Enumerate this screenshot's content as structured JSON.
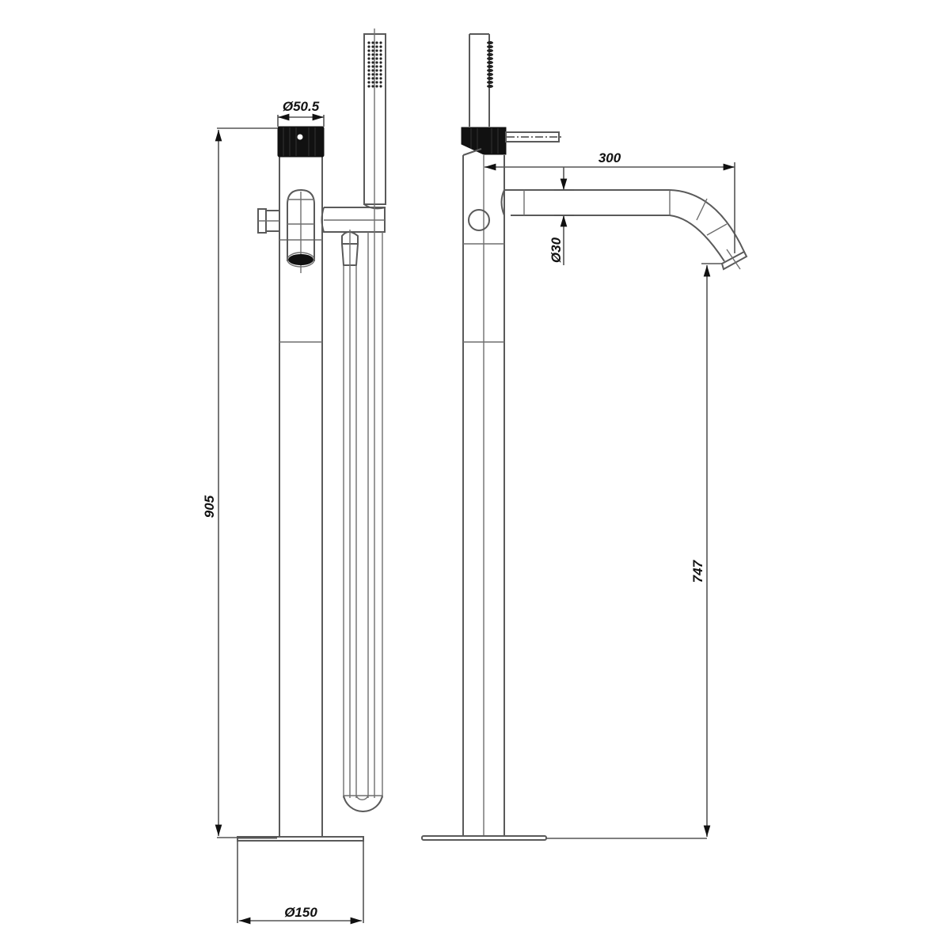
{
  "drawing": {
    "type": "technical-drawing",
    "subject": "Floor-standing bath mixer with hand shower",
    "views": [
      {
        "name": "front-view",
        "label": ""
      },
      {
        "name": "side-view",
        "label": ""
      }
    ],
    "colors": {
      "line": "#5a5a5a",
      "handle_knurl": "#111111",
      "background": "#ffffff"
    }
  },
  "dimensions": {
    "handle_diameter": "Ø50.5",
    "total_height": "905",
    "base_diameter": "Ø150",
    "spout_reach": "300",
    "spout_diameter": "Ø30",
    "spout_height": "747"
  }
}
